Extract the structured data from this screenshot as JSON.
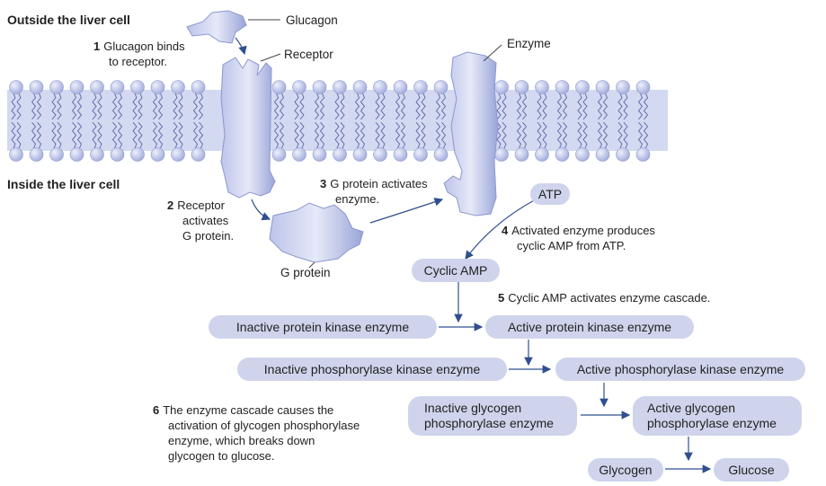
{
  "labels": {
    "outside": "Outside the liver cell",
    "inside": "Inside the liver cell",
    "glucagon": "Glucagon",
    "receptor": "Receptor",
    "enzyme": "Enzyme",
    "g_protein": "G protein",
    "atp": "ATP",
    "cyclic_amp": "Cyclic AMP"
  },
  "steps": [
    {
      "num": "1",
      "lines": [
        "Glucagon binds",
        "to receptor."
      ]
    },
    {
      "num": "2",
      "lines": [
        "Receptor",
        "activates",
        "G protein."
      ]
    },
    {
      "num": "3",
      "lines": [
        "G protein activates",
        "enzyme."
      ]
    },
    {
      "num": "4",
      "lines": [
        "Activated enzyme produces",
        "cyclic AMP from ATP."
      ]
    },
    {
      "num": "5",
      "lines": [
        "Cyclic AMP activates enzyme cascade."
      ]
    },
    {
      "num": "6",
      "lines": [
        "The enzyme cascade causes the",
        "activation of glycogen phosphorylase",
        "enzyme, which breaks down",
        "glycogen to glucose."
      ]
    }
  ],
  "cascade": {
    "inactive_pk": "Inactive protein kinase enzyme",
    "active_pk": "Active protein kinase enzyme",
    "inactive_phk": "Inactive phosphorylase kinase enzyme",
    "active_phk": "Active phosphorylase kinase enzyme",
    "inactive_gp": [
      "Inactive glycogen",
      "phosphorylase enzyme"
    ],
    "active_gp": [
      "Active glycogen",
      "phosphorylase enzyme"
    ],
    "glycogen": "Glycogen",
    "glucose": "Glucose"
  },
  "colors": {
    "membrane_band": "#d3d9f0",
    "head": "#b7bfe4",
    "protein": "#a9b3e0",
    "pill": "#cfd4ec",
    "arrow": "#2f4f8f"
  }
}
